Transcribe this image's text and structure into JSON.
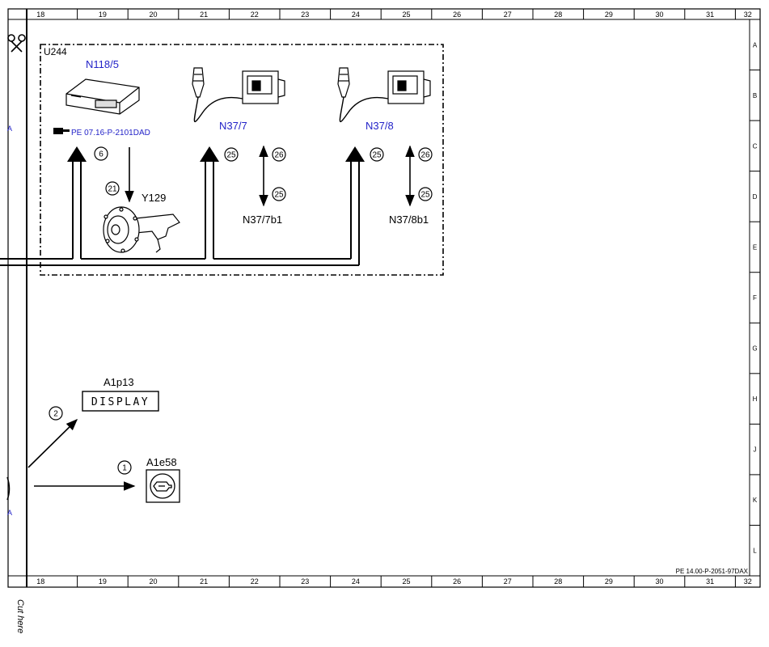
{
  "ruler": {
    "columns": [
      "18",
      "19",
      "20",
      "21",
      "22",
      "23",
      "24",
      "25",
      "26",
      "27",
      "28",
      "29",
      "30",
      "31",
      "32"
    ],
    "rows": [
      "A",
      "B",
      "C",
      "D",
      "E",
      "F",
      "G",
      "H",
      "J",
      "K",
      "L"
    ],
    "left_marks": [
      "A",
      "A"
    ]
  },
  "group": {
    "label": "U244"
  },
  "components": {
    "n118_5": {
      "label": "N118/5",
      "reference": "PE 07.16-P-2101DAD"
    },
    "y129": {
      "label": "Y129"
    },
    "n37_7": {
      "label": "N37/7",
      "sub_label": "N37/7b1"
    },
    "n37_8": {
      "label": "N37/8",
      "sub_label": "N37/8b1"
    },
    "a1p13": {
      "label": "A1p13",
      "display_text": "DISPLAY"
    },
    "a1e58": {
      "label": "A1e58"
    }
  },
  "signals": {
    "s6": "6",
    "s21": "21",
    "s25a": "25",
    "s26a": "26",
    "s25b": "25",
    "s25c": "25",
    "s26b": "26",
    "s25d": "25",
    "s2": "2",
    "s1": "1"
  },
  "footer": {
    "doc_ref": "PE 14.00-P-2051-97DAX",
    "cut_note": "Cut here"
  },
  "icons": [
    "scissors-icon",
    "pointing-hand-icon",
    "control-unit-icon",
    "valve-icon",
    "sensor-icon",
    "indicator-lamp-icon",
    "display-icon"
  ]
}
